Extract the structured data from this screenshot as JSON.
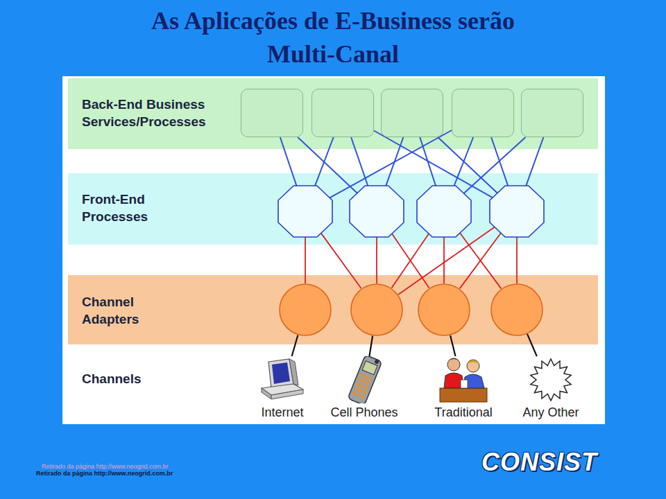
{
  "diagram": {
    "title": "As Aplicações de E-Business serão Multi-Canal",
    "nodes": [
      {
        "text": [
          "Back-End Business Services/Processes"
        ]
      },
      {
        "text": [],
        "in": 0
      },
      {
        "text": [],
        "in": 0
      },
      {
        "text": [],
        "in": 0
      },
      {
        "text": [],
        "in": 0
      },
      {
        "text": [],
        "in": 0
      },
      {
        "text": [
          "Front-End Processes"
        ]
      },
      {
        "text": [],
        "in": 6
      },
      {
        "text": [],
        "in": 6
      },
      {
        "text": [],
        "in": 6
      },
      {
        "text": [],
        "in": 6
      },
      {
        "text": [
          "Channel Adapters"
        ]
      },
      {
        "text": [],
        "in": 11
      },
      {
        "text": [],
        "in": 11
      },
      {
        "text": [],
        "in": 11
      },
      {
        "text": [],
        "in": 11
      },
      {
        "text": [
          "Channels"
        ]
      },
      {
        "text": [
          "Internet"
        ],
        "in": 16
      },
      {
        "text": [
          "Cell Phones"
        ],
        "in": 16
      },
      {
        "text": [
          "Traditional"
        ],
        "in": 16
      },
      {
        "text": [
          "Any Other"
        ],
        "in": 16
      }
    ],
    "edges": [
      {
        "from": 1,
        "to": 7,
        "arrow": "none"
      },
      {
        "from": 1,
        "to": 8,
        "arrow": "none"
      },
      {
        "from": 2,
        "to": 7,
        "arrow": "none"
      },
      {
        "from": 2,
        "to": 8,
        "arrow": "none"
      },
      {
        "from": 2,
        "to": 10,
        "arrow": "none"
      },
      {
        "from": 3,
        "to": 8,
        "arrow": "none"
      },
      {
        "from": 3,
        "to": 9,
        "arrow": "none"
      },
      {
        "from": 3,
        "to": 10,
        "arrow": "none"
      },
      {
        "from": 4,
        "to": 7,
        "arrow": "none"
      },
      {
        "from": 4,
        "to": 9,
        "arrow": "none"
      },
      {
        "from": 4,
        "to": 10,
        "arrow": "none"
      },
      {
        "from": 5,
        "to": 9,
        "arrow": "none"
      },
      {
        "from": 5,
        "to": 10,
        "arrow": "none"
      },
      {
        "from": 7,
        "to": 12,
        "arrow": "none"
      },
      {
        "from": 7,
        "to": 13,
        "arrow": "none"
      },
      {
        "from": 8,
        "to": 13,
        "arrow": "none"
      },
      {
        "from": 8,
        "to": 14,
        "arrow": "none"
      },
      {
        "from": 9,
        "to": 13,
        "arrow": "none"
      },
      {
        "from": 9,
        "to": 14,
        "arrow": "none"
      },
      {
        "from": 9,
        "to": 15,
        "arrow": "none"
      },
      {
        "from": 10,
        "to": 13,
        "arrow": "none"
      },
      {
        "from": 10,
        "to": 14,
        "arrow": "none"
      },
      {
        "from": 10,
        "to": 15,
        "arrow": "none"
      },
      {
        "from": 12,
        "to": 17,
        "arrow": "none"
      },
      {
        "from": 13,
        "to": 18,
        "arrow": "none"
      },
      {
        "from": 14,
        "to": 19,
        "arrow": "none"
      },
      {
        "from": 15,
        "to": 20,
        "arrow": "none"
      }
    ],
    "labels": [
      "Retirado da página http://www.neogrid.com.br",
      "Retirado da página http://www.neogrid.com.br",
      "CONSIST"
    ]
  }
}
